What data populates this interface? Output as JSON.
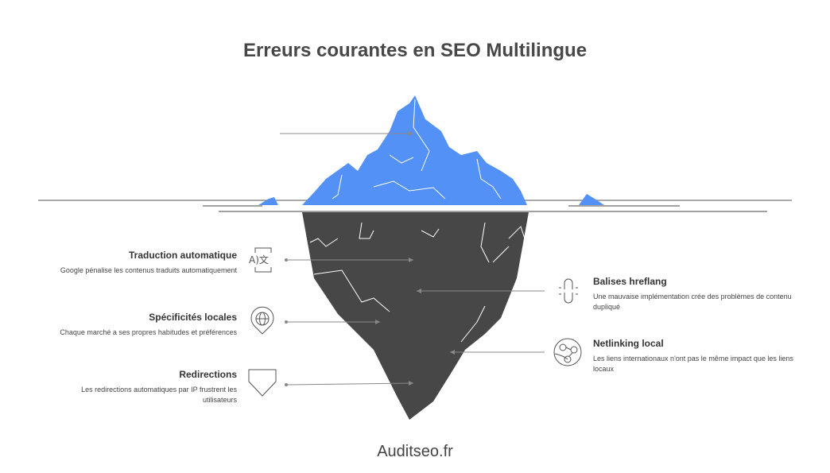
{
  "title": "Erreurs courantes en SEO Multilingue",
  "footer": "Auditseo.fr",
  "colors": {
    "ice_above": "#5391f7",
    "ice_below": "#474747",
    "line": "#777777"
  },
  "left_items": [
    {
      "title": "Traduction automatique",
      "description": "Google pénalise les contenus traduits automatiquement",
      "icon": "translate-phone-icon"
    },
    {
      "title": "Spécificités locales",
      "description": "Chaque marché a ses propres habitudes et préférences",
      "icon": "globe-pin-icon"
    },
    {
      "title": "Redirections",
      "description": "Les redirections automatiques par IP frustrent les utilisateurs",
      "icon": "shield-icon"
    }
  ],
  "right_items": [
    {
      "title": "Balises hreflang",
      "description": "Une mauvaise implémentation crée des problèmes de contenu dupliqué",
      "icon": "broken-link-icon"
    },
    {
      "title": "Netlinking local",
      "description": "Les liens internationaux n'ont pas le même impact que les liens locaux",
      "icon": "network-globe-icon"
    }
  ]
}
